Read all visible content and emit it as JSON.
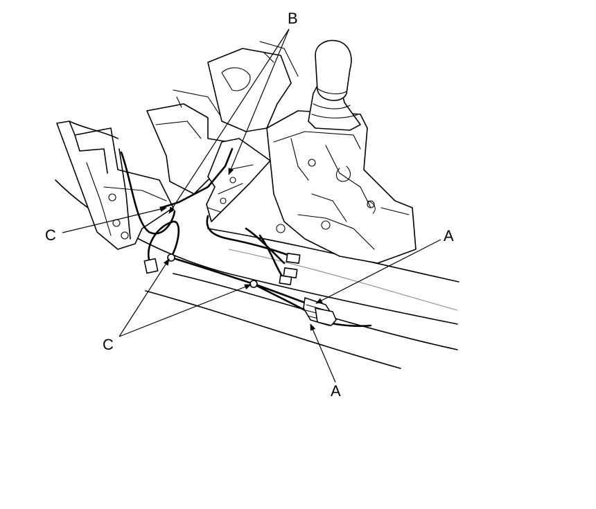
{
  "labels": {
    "b_top": "B",
    "a_upper": "A",
    "a_lower": "A",
    "c_upper": "C",
    "c_lower": "C"
  }
}
